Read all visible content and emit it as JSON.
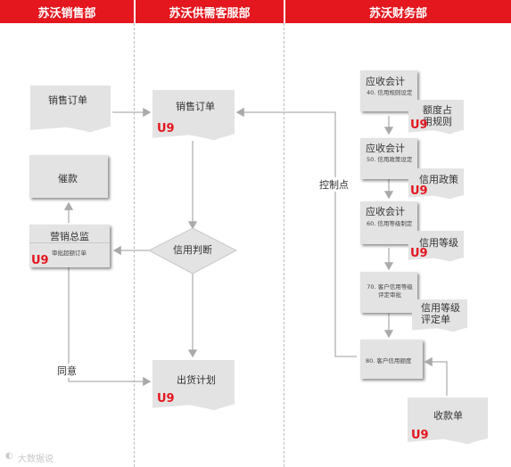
{
  "headers": [
    "苏沃销售部",
    "苏沃供需客服部",
    "苏沃财务部"
  ],
  "sales": {
    "order": "销售订单",
    "urge": "催款",
    "director": "营销总监",
    "director_sub": "审批超额订单",
    "u9": "U9"
  },
  "service": {
    "order": "销售订单",
    "decision": "信用判断",
    "shipment": "出货计划",
    "u9": "U9"
  },
  "finance": {
    "acc1_title": "应收会计",
    "acc1_sub": "40. 信用规则设定",
    "acc1_doc": "额度占用规则",
    "acc2_title": "应收会计",
    "acc2_sub": "50. 信用政策设定",
    "acc2_doc": "信用政策",
    "acc3_title": "应收会计",
    "acc3_sub": "60. 信用等级制定",
    "acc3_doc": "信用等级",
    "step70": "70. 客户信用等级评定审批",
    "doc70": "信用等级评定单",
    "step80": "80. 客户信用额度",
    "receipt": "收款单",
    "u9": "U9"
  },
  "labels": {
    "control_point": "控制点",
    "agree": "同意"
  },
  "watermark": "大数据说"
}
